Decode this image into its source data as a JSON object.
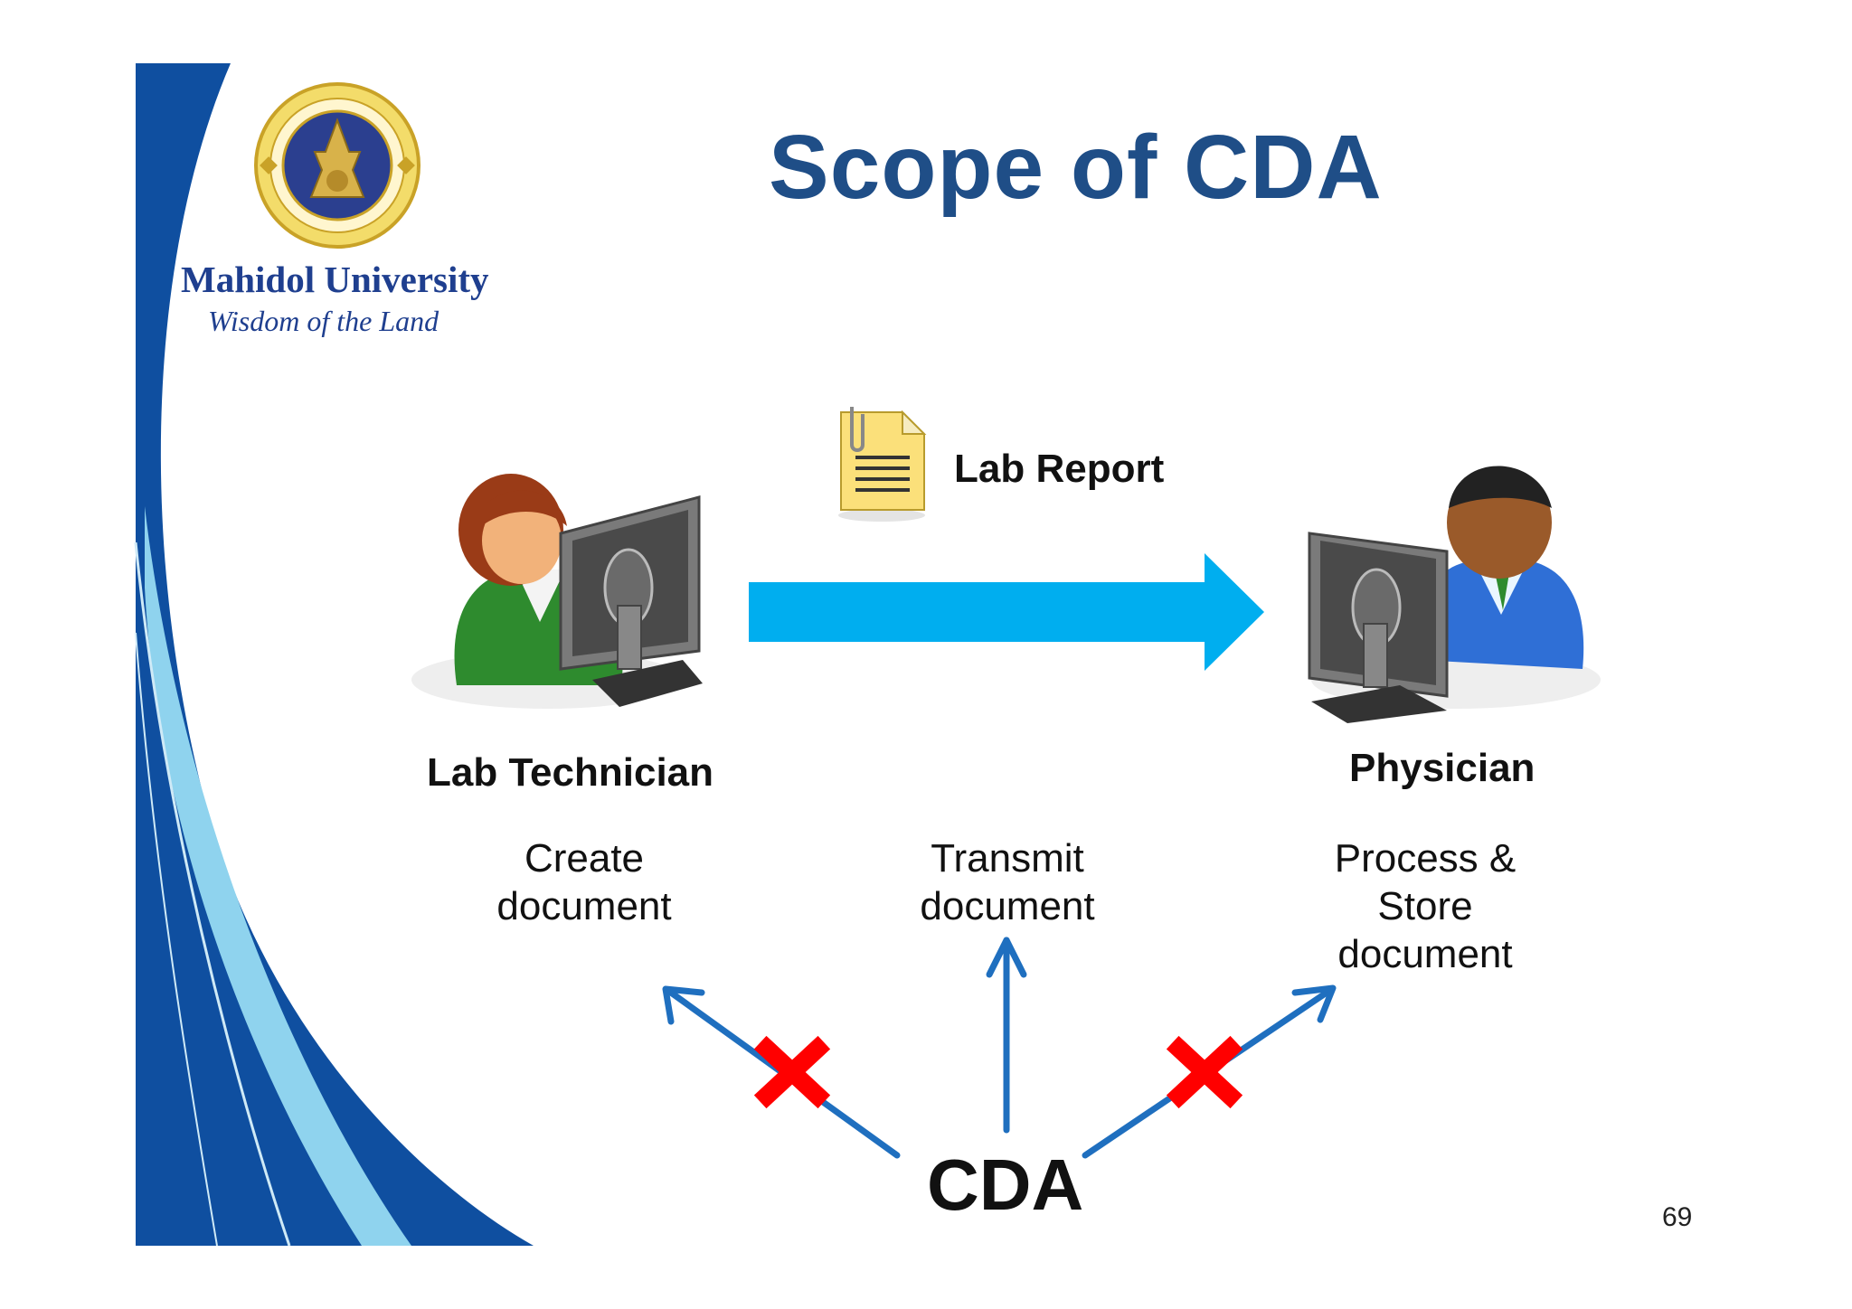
{
  "slide": {
    "title": "Scope of CDA",
    "page_number": "69"
  },
  "logo": {
    "university_name": "Mahidol University",
    "motto": "Wisdom of the Land",
    "seal_icon": "university-seal-icon"
  },
  "flow": {
    "document_label": "Lab Report",
    "document_icon": "document-icon",
    "sender": {
      "role": "Lab Technician",
      "icon": "person-at-computer-icon"
    },
    "receiver": {
      "role": "Physician",
      "icon": "person-at-computer-icon"
    },
    "arrow_color": "#00aeef"
  },
  "actions": {
    "create": {
      "line1": "Create",
      "line2": "document"
    },
    "transmit": {
      "line1": "Transmit",
      "line2": "document"
    },
    "process": {
      "line1": "Process &",
      "line2": "Store",
      "line3": "document"
    }
  },
  "cda": {
    "label": "CDA",
    "arrow_color": "#1f6fbf",
    "cross_color": "#ff0000",
    "covers": [
      "Transmit document"
    ],
    "excluded": [
      "Create document",
      "Process & Store document"
    ]
  },
  "colors": {
    "title": "#1f4e87",
    "band_dark": "#0f4fa0",
    "band_light": "#8fd3ee"
  }
}
